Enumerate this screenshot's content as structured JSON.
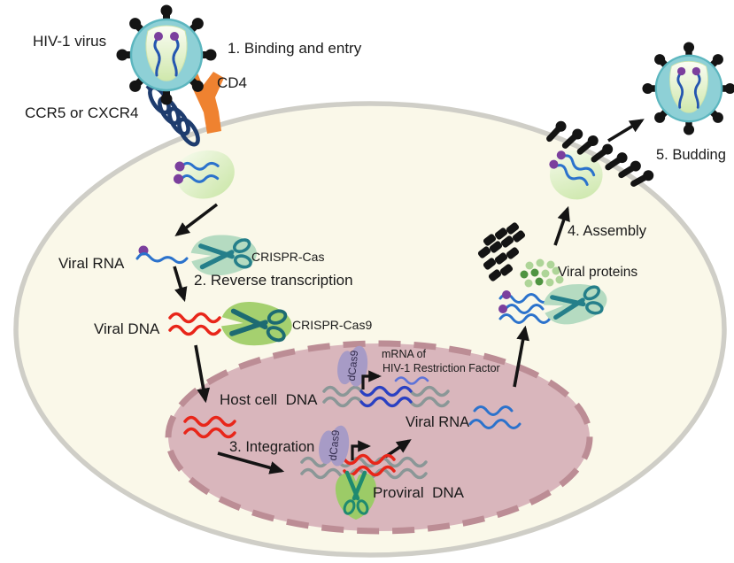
{
  "labels": {
    "hiv_virus": "HIV-1 virus",
    "step1": "1. Binding and entry",
    "cd4": "CD4",
    "coreceptor": "CCR5 or CXCR4",
    "viral_rna": "Viral RNA",
    "crispr_cas": "CRISPR-Cas",
    "step2": "2. Reverse transcription",
    "viral_dna": "Viral DNA",
    "crispr_cas9": "CRISPR-Cas9",
    "step3": "3. Integration",
    "host_dna": "Host cell  DNA",
    "dcas9_top": "dCas9",
    "dcas9_bottom": "dCas9",
    "mrna_line1": "mRNA of",
    "mrna_line2": "HIV-1 Restriction Factor",
    "nuclear_viral_rna": "Viral RNA",
    "proviral_dna": "Proviral  DNA",
    "viral_proteins": "Viral proteins",
    "step4": "4. Assembly",
    "step5": "5. Budding"
  },
  "colors": {
    "text_black": "#1a1a1a",
    "black": "#141414",
    "cell_fill": "#faf8e9",
    "cell_membrane": "#cfcec7",
    "nucleus_fill": "#d9b6bc",
    "nucleus_border": "#bc8d95",
    "virus_envelope": "#8ed0d6",
    "virus_envelope_edge": "#5cb6bf",
    "capsid_light": "#fbfdf4",
    "capsid_green": "#cfe8ac",
    "rna_blue": "#2b72cc",
    "virion_rna": "#2456b0",
    "dot_purple": "#7b3f9d",
    "cd4_orange": "#ef8230",
    "coreceptor_navy": "#1e3c6e",
    "cas_blob_pale": "#b5dbc1",
    "cas_scissors_teal": "#257f8a",
    "cas9_blob_green": "#a5d06f",
    "cas9_scissors_dark": "#1d6b72",
    "dcas9_lavender": "#a79bc6",
    "dcas9_text": "#332c4d",
    "dna_red": "#e8261a",
    "host_dna_gray": "#8a9797",
    "restriction_gene_blue": "#2b3fc4",
    "mrna_light_blue": "#5e73d8",
    "proviral_blob": "#9ccb67",
    "proviral_scissors_green": "#1f8a70",
    "protein_dark": "#4f9441",
    "protein_light": "#aed598"
  }
}
